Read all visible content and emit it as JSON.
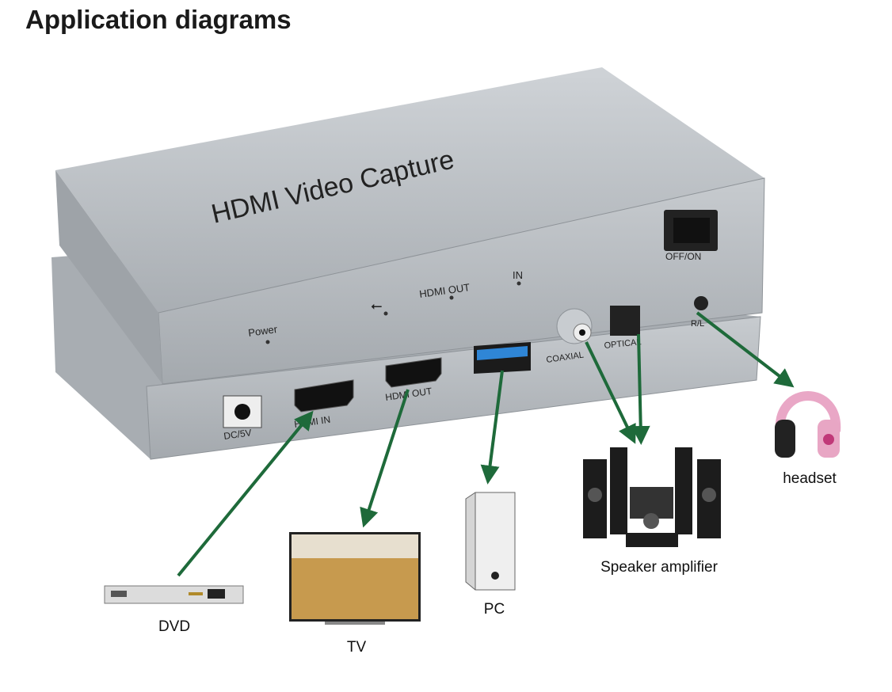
{
  "title": "Application diagrams",
  "device": {
    "name": "HDMI Video Capture",
    "indicators": [
      "Power",
      "HDMI OUT",
      "IN"
    ],
    "switch_label": "OFF/ON",
    "ports": {
      "dc": "DC/5V",
      "hdmi_in": "HDMI IN",
      "hdmi_out": "HDMI OUT",
      "coaxial": "COAXIAL",
      "optical": "OPTICAL",
      "rl": "R/L"
    }
  },
  "peripherals": {
    "dvd": "DVD",
    "tv": "TV",
    "pc": "PC",
    "speaker": "Speaker amplifier",
    "headset": "headset"
  },
  "colors": {
    "arrow": "#1e6a3a",
    "housing": "#b9bec3",
    "usb_blue": "#2f86d6"
  }
}
